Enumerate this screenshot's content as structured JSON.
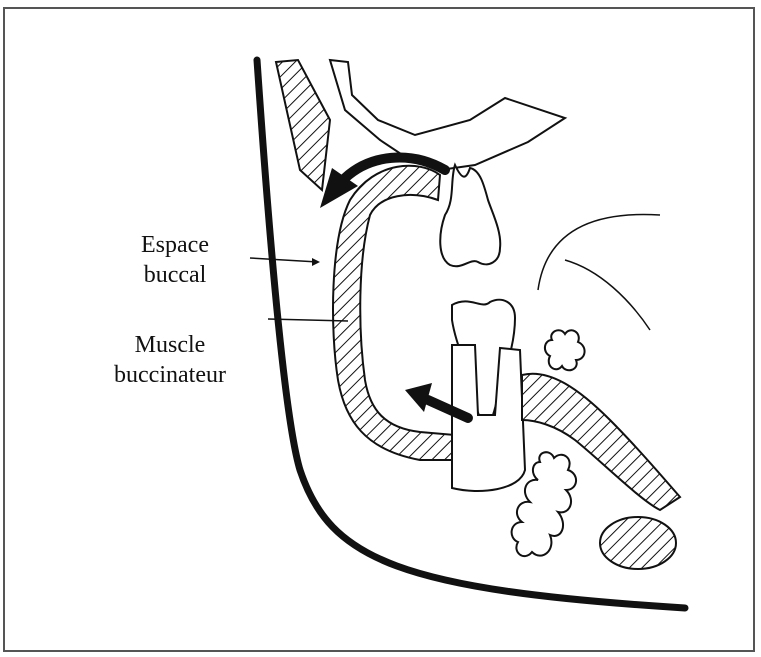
{
  "labels": {
    "espace_buccal": {
      "line1": "Espace",
      "line2": "buccal"
    },
    "muscle_buccinateur": {
      "line1": "Muscle",
      "line2": "buccinateur"
    }
  },
  "colors": {
    "ink": "#111111",
    "background": "#ffffff",
    "frame": "#555555"
  }
}
